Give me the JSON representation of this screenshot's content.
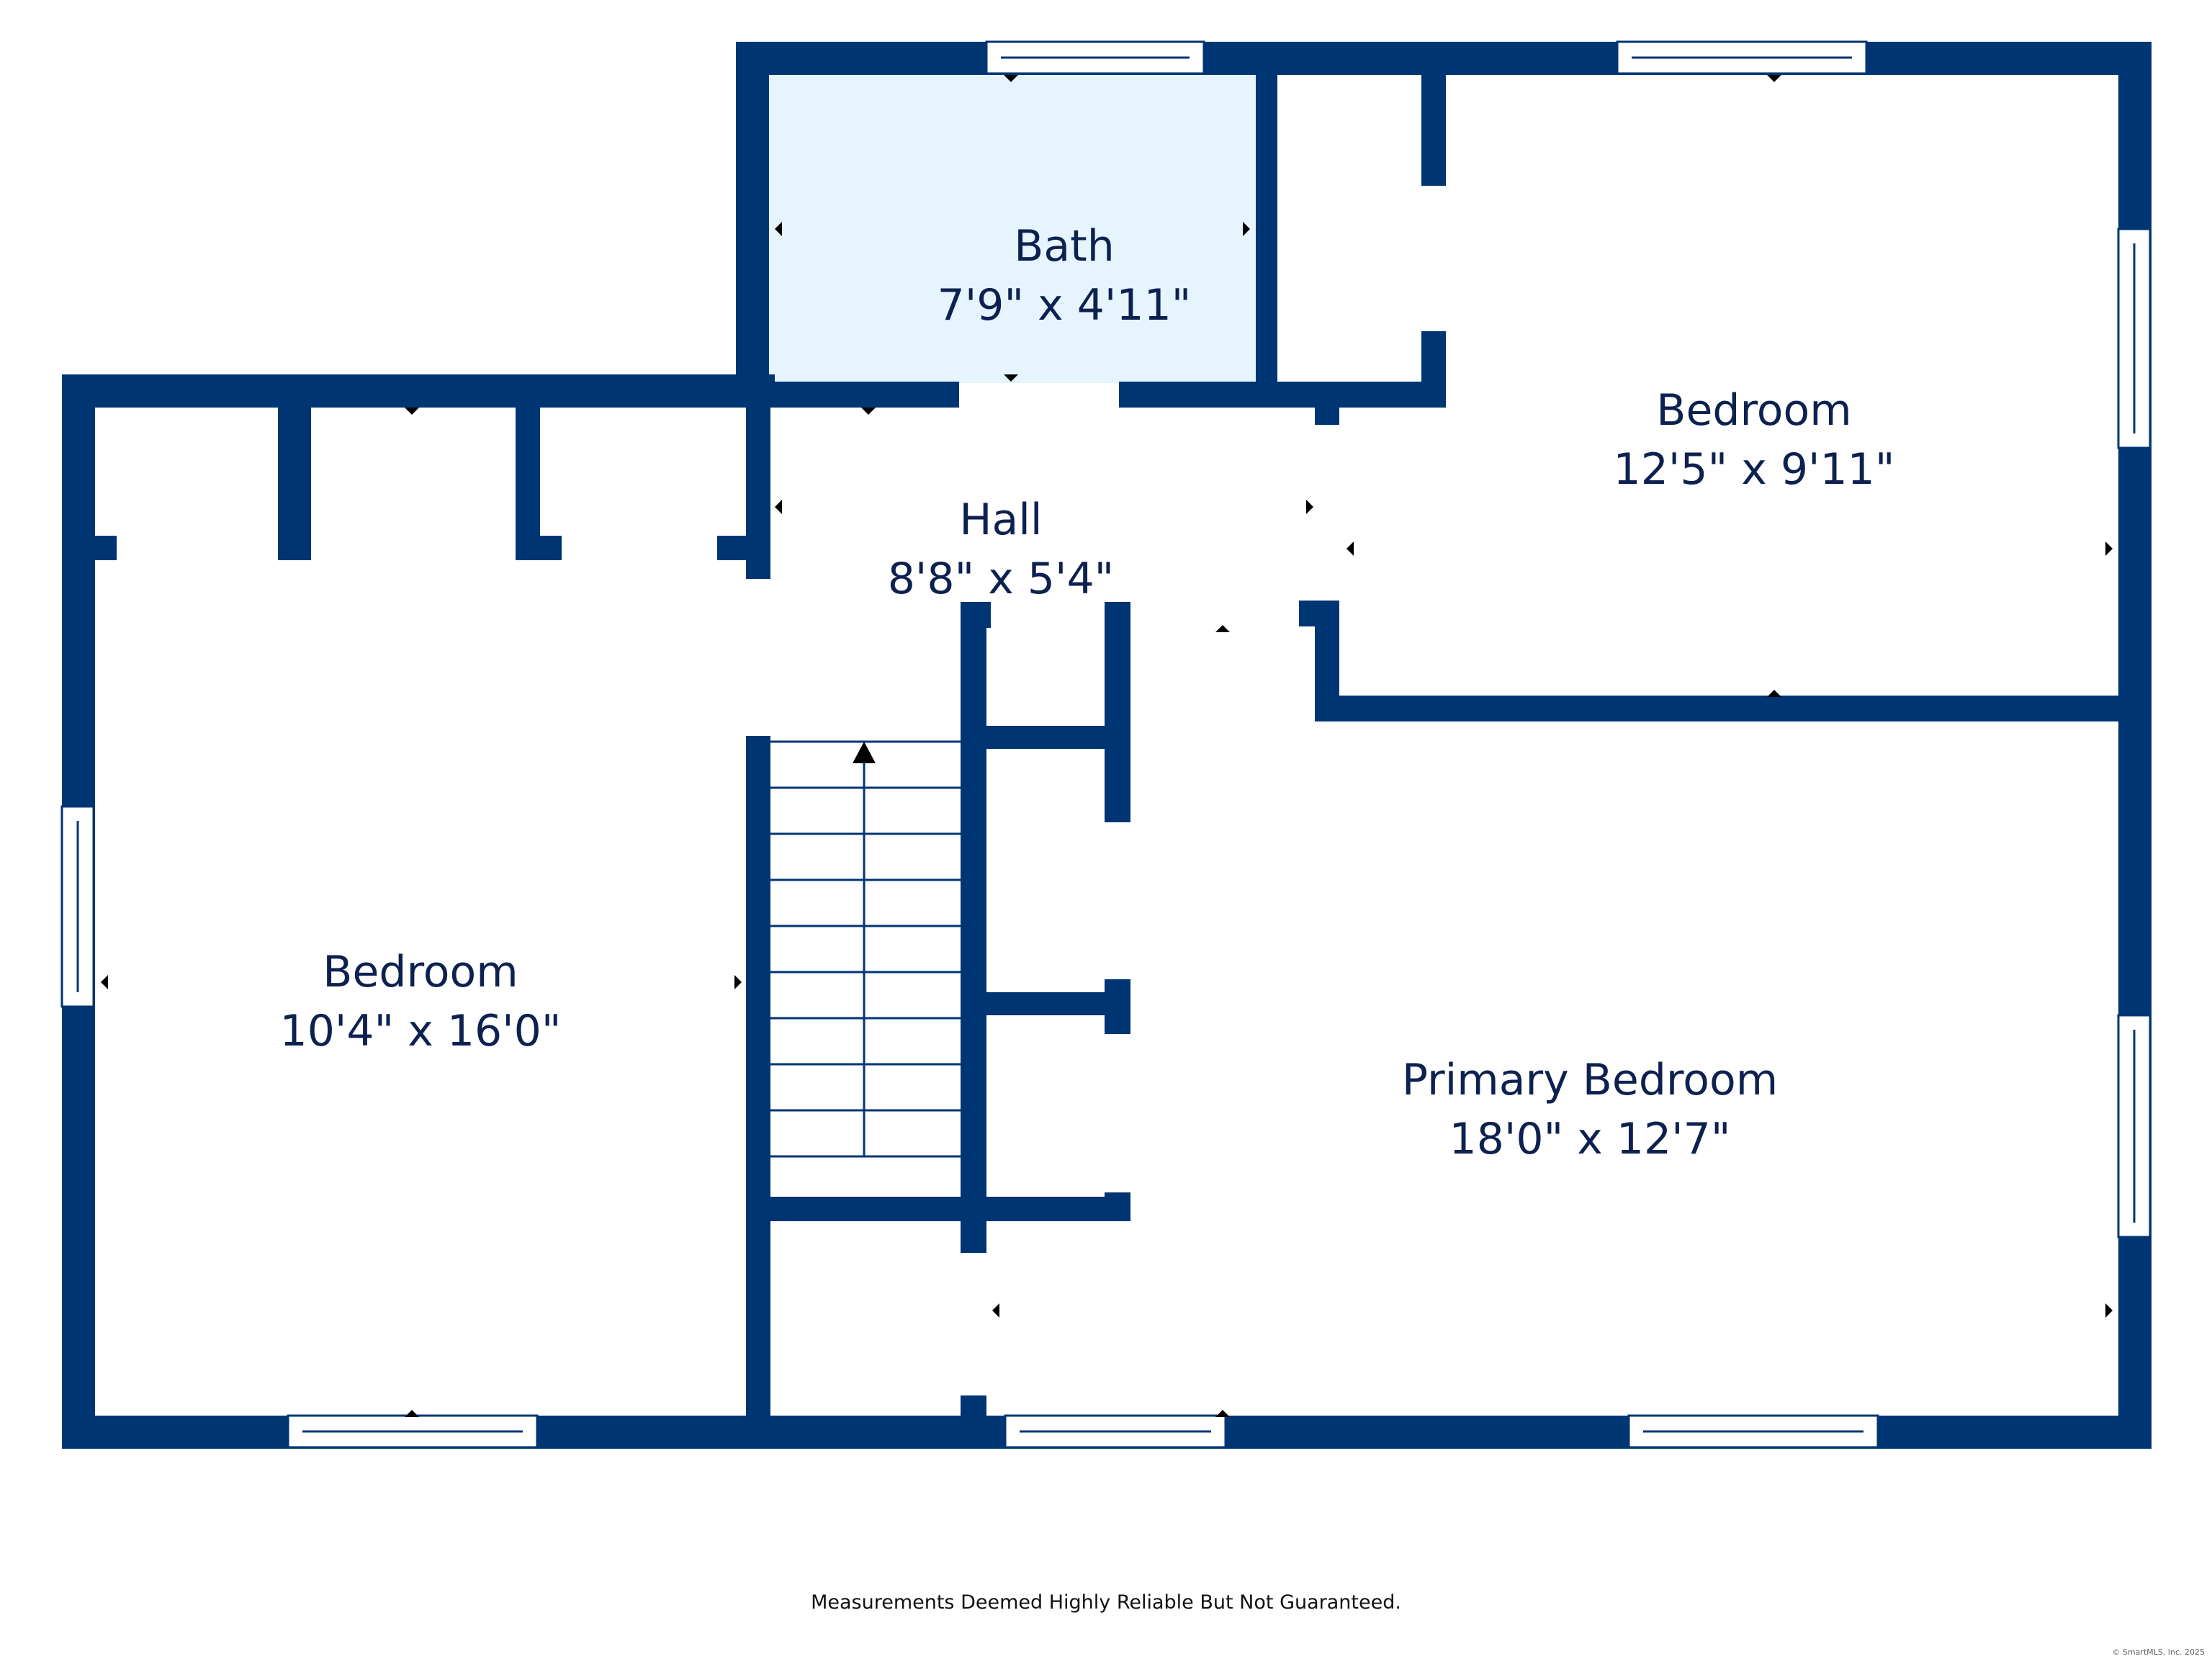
{
  "colors": {
    "wall": "#003574",
    "bath_fill": "#e6f5fd",
    "label": "#0d2150",
    "window_line": "#003574"
  },
  "rooms": {
    "bath": {
      "name": "Bath",
      "dims": "7'9\" x 4'11\""
    },
    "hall": {
      "name": "Hall",
      "dims": "8'8\" x 5'4\""
    },
    "bedroom_right": {
      "name": "Bedroom",
      "dims": "12'5\" x 9'11\""
    },
    "bedroom_left": {
      "name": "Bedroom",
      "dims": "10'4\" x 16'0\""
    },
    "primary_bedroom": {
      "name": "Primary Bedroom",
      "dims": "18'0\" x 12'7\""
    }
  },
  "footer": {
    "disclaimer": "Measurements Deemed Highly Reliable But Not Guaranteed.",
    "copyright": "© SmartMLS, Inc. 2025"
  },
  "icons": [
    "stair-arrow-up-icon",
    "dimension-marker-icon",
    "window-icon"
  ]
}
